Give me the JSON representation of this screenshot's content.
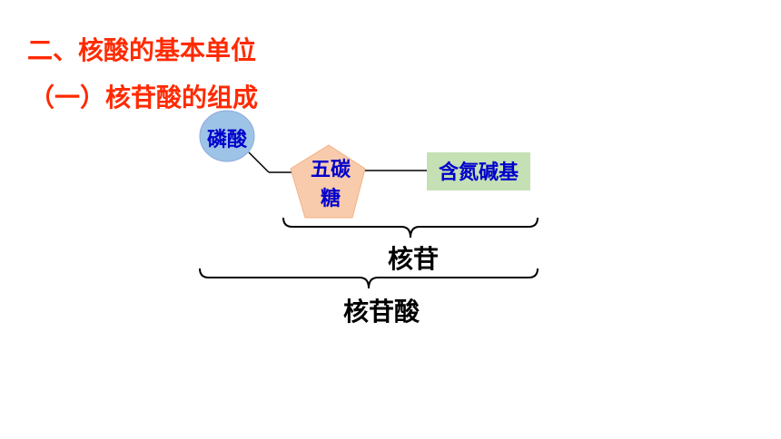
{
  "header": {
    "title": "二、核酸的基本单位",
    "subtitle": "（一）核苷酸的组成"
  },
  "diagram": {
    "phosphate": "磷酸",
    "sugar_line1": "五碳",
    "sugar_line2": "糖",
    "base": "含氮碱基",
    "nucleoside": "核苷",
    "nucleotide": "核苷酸"
  },
  "colors": {
    "title": "#ff2a00",
    "node_text": "#0000cc",
    "phosphate_fill": "#9dc3e6",
    "sugar_fill": "#f8cbad",
    "base_fill": "#c5e0b4"
  }
}
